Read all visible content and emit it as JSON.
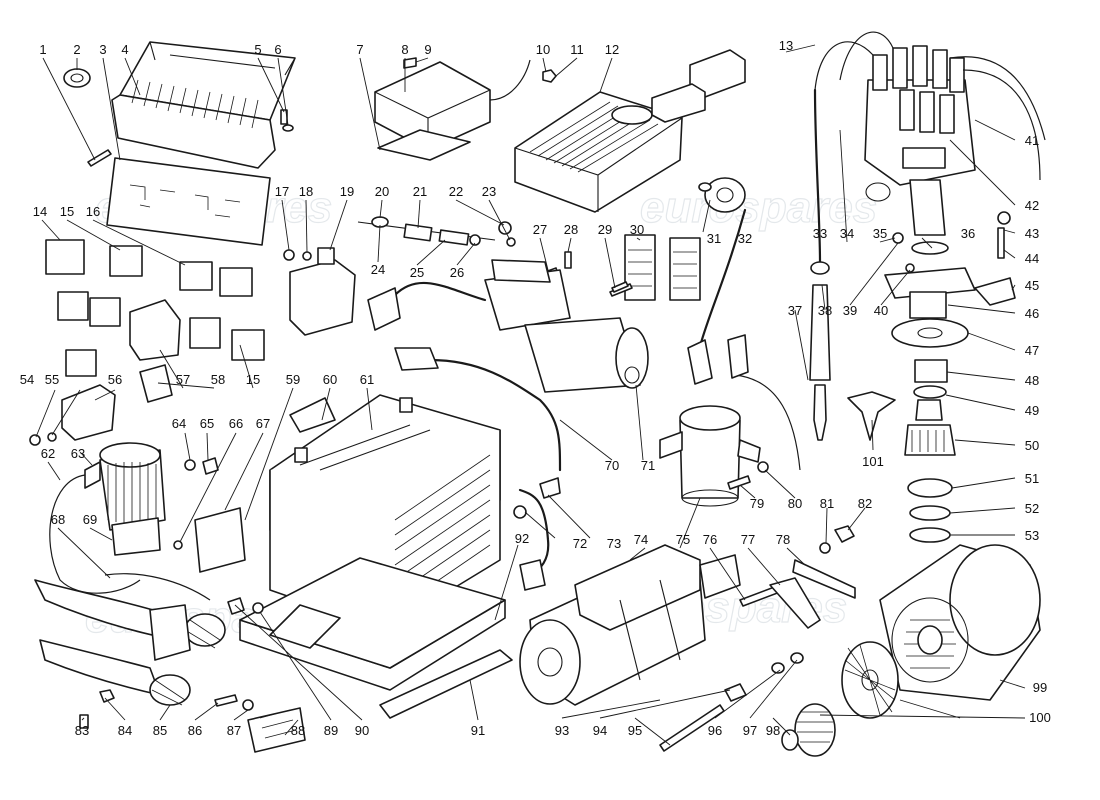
{
  "watermark_text": "eurospares",
  "callouts": [
    "1",
    "2",
    "3",
    "4",
    "5",
    "6",
    "7",
    "8",
    "9",
    "10",
    "11",
    "12",
    "13",
    "14",
    "15",
    "15",
    "16",
    "17",
    "18",
    "19",
    "20",
    "21",
    "22",
    "23",
    "24",
    "25",
    "26",
    "27",
    "28",
    "29",
    "30",
    "31",
    "32",
    "33",
    "34",
    "35",
    "36",
    "37",
    "38",
    "39",
    "40",
    "41",
    "42",
    "43",
    "44",
    "45",
    "46",
    "47",
    "48",
    "49",
    "50",
    "51",
    "52",
    "53",
    "54",
    "55",
    "56",
    "57",
    "58",
    "59",
    "60",
    "61",
    "62",
    "63",
    "64",
    "65",
    "66",
    "67",
    "68",
    "69",
    "70",
    "71",
    "72",
    "73",
    "74",
    "75",
    "76",
    "77",
    "78",
    "79",
    "80",
    "81",
    "82",
    "83",
    "84",
    "85",
    "86",
    "87",
    "88",
    "89",
    "90",
    "91",
    "92",
    "93",
    "94",
    "95",
    "96",
    "97",
    "98",
    "99",
    "100",
    "101"
  ],
  "colors": {
    "ink": "#1a1a1a",
    "paper": "#ffffff",
    "watermark": "#cfd6dc"
  }
}
